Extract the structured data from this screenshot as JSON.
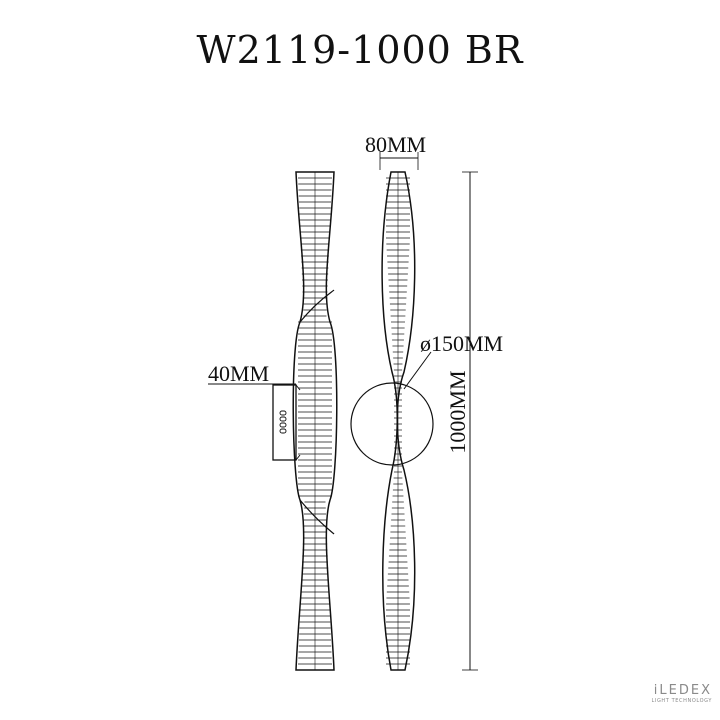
{
  "title": "W2119-1000 BR",
  "dimensions": {
    "width": "80MM",
    "depth": "40MM",
    "diameter": "ø150MM",
    "height": "1000MM"
  },
  "brand": {
    "name": "iLEDEX",
    "tagline": "LIGHT TECHNOLOGY"
  },
  "colors": {
    "line": "#111111",
    "brand": "#8a8a8a",
    "background": "#ffffff"
  }
}
